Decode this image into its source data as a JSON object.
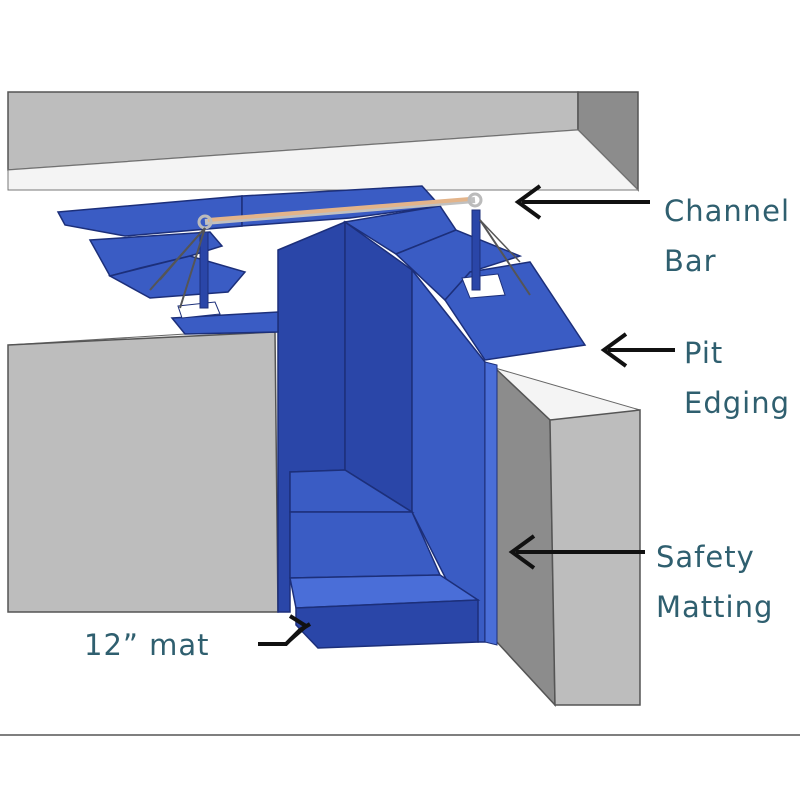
{
  "labels": {
    "channel_bar": [
      "Channel",
      "Bar"
    ],
    "pit_edging": [
      "Pit",
      "Edging"
    ],
    "safety_matting": [
      "Safety",
      "Matting"
    ],
    "mat_12": "12” mat"
  },
  "colors": {
    "mat_blue": "#3a5cc4",
    "mat_blue_dark": "#2a46a8",
    "mat_blue_light": "#4a6ed8",
    "wall_gray": "#bdbdbd",
    "wall_gray_dark": "#8c8c8c",
    "wall_top": "#f5f5f5",
    "label_text": "#2f5f6f",
    "bar_wood": "#e3b48a",
    "arrow": "#111111"
  }
}
